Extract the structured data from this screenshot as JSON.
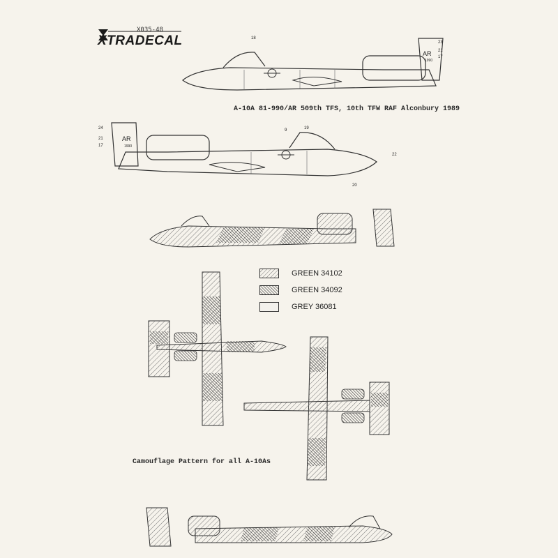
{
  "header": {
    "brand": "XTRADECAL",
    "code": "X035-48"
  },
  "captions": {
    "aircraft": "A-10A 81-990/AR 509th TFS, 10th TFW RAF Alconbury 1989",
    "camouflage": "Camouflage Pattern for all A-10As"
  },
  "markings": {
    "tail_code": "AR",
    "serial": "1990"
  },
  "callouts": {
    "top_profile": [
      "18",
      "23",
      "21",
      "17"
    ],
    "second_profile": [
      "24",
      "21",
      "17",
      "9",
      "19",
      "22",
      "20"
    ]
  },
  "legend": [
    {
      "label": "GREEN 34102",
      "color": "#9a9a9a",
      "pattern": "light-hatch"
    },
    {
      "label": "GREEN 34092",
      "color": "#5d5d5d",
      "pattern": "dark-hatch"
    },
    {
      "label": "GREY 36081",
      "color": "#f3f1ec",
      "pattern": "plain"
    }
  ]
}
